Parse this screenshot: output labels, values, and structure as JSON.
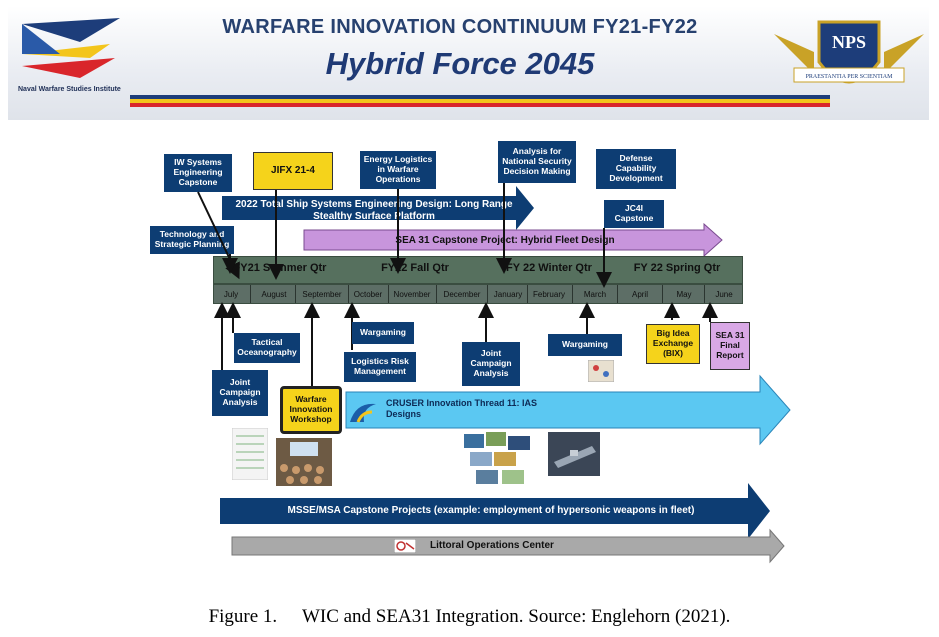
{
  "header": {
    "org_name": "Naval Warfare Studies Institute",
    "title_line1": "WARFARE INNOVATION CONTINUUM FY21-FY22",
    "title_line2": "Hybrid Force 2045",
    "seal": {
      "acronym": "NPS",
      "motto": "PRAESTANTIA PER SCIENTIAM"
    }
  },
  "top_labels": {
    "iw_systems": "IW Systems Engineering Capstone",
    "jifx": "JIFX 21-4",
    "energy_logistics": "Energy Logistics in Warfare Operations",
    "analysis_nsdm": "Analysis for National Security Decision Making",
    "defense_capability": "Defense Capability Development",
    "jc4i": "JC4I Capstone",
    "tech_planning": "Technology and Strategic Planning"
  },
  "arrows": {
    "total_ship": "2022 Total Ship Systems Engineering Design: Long Range Stealthy Surface Platform",
    "sea31": "SEA 31 Capstone Project: Hybrid Fleet Design",
    "cruser": "CRUSER Innovation Thread 11: IAS Designs",
    "msse": "MSSE/MSA Capstone Projects (example: employment of hypersonic weapons in fleet)",
    "littoral": "Littoral Operations Center"
  },
  "quarters": [
    "FY21 Summer Qtr",
    "FY22 Fall Qtr",
    "FY 22 Winter Qtr",
    "FY 22 Spring Qtr"
  ],
  "months": [
    "July",
    "August",
    "September",
    "October",
    "November",
    "December",
    "January",
    "February",
    "March",
    "April",
    "May",
    "June"
  ],
  "bottom_labels": {
    "tactical_ocean": "Tactical Oceanography",
    "wargaming1": "Wargaming",
    "logistics_risk": "Logistics Risk Management",
    "joint_campaign_jan": "Joint Campaign Analysis",
    "wargaming2": "Wargaming",
    "big_idea": "Big Idea Exchange (BIX)",
    "sea31_final": "SEA 31 Final Report",
    "joint_campaign_jul": "Joint Campaign Analysis",
    "warfare_workshop": "Warfare Innovation Workshop"
  },
  "caption": {
    "label": "Figure 1.",
    "text": "WIC and SEA31 Integration. Source: Englehorn (2021)."
  },
  "colors": {
    "navy": "#0d3d73",
    "yellow": "#f5d31b",
    "purple": "#d9a8e6",
    "light_blue": "#5bc8f2",
    "grey": "#a9a9a9",
    "quarter_green": "#56705e"
  }
}
